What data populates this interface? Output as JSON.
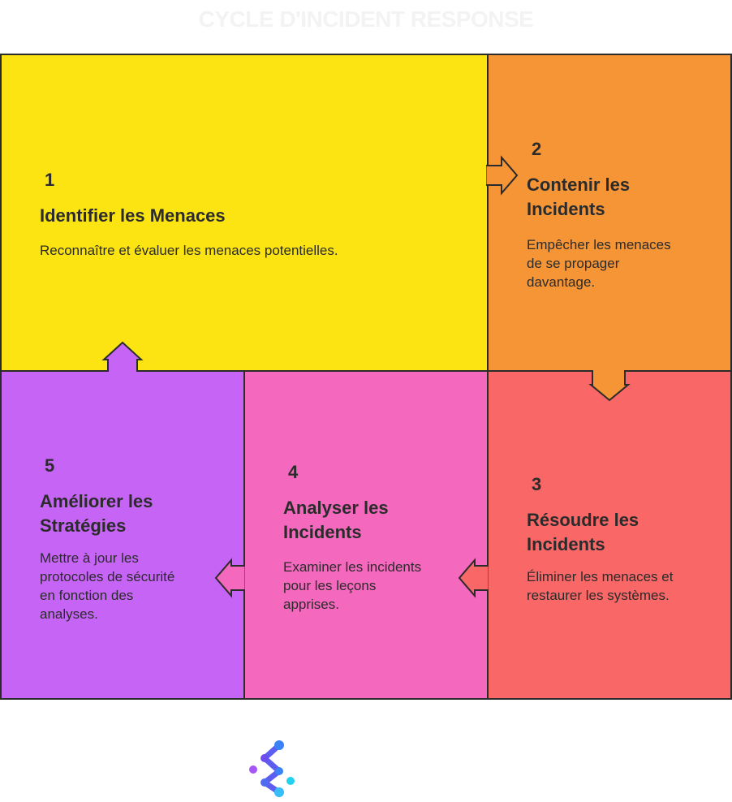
{
  "title": "CYCLE D'INCIDENT RESPONSE",
  "steps": [
    {
      "number": "1",
      "heading": "Identifier les Menaces",
      "description": "Reconnaître et évaluer les menaces potentielles.",
      "color": "#fbe411"
    },
    {
      "number": "2",
      "heading_lines": [
        "Contenir les",
        "Incidents"
      ],
      "description_lines": [
        "Empêcher les menaces",
        "de se propager",
        "davantage."
      ],
      "color": "#f59536"
    },
    {
      "number": "3",
      "heading_lines": [
        "Résoudre les",
        "Incidents"
      ],
      "description_lines": [
        "Éliminer les menaces et",
        "restaurer les systèmes."
      ],
      "color": "#f96767"
    },
    {
      "number": "4",
      "heading_lines": [
        "Analyser les",
        "Incidents"
      ],
      "description_lines": [
        "Examiner les incidents",
        "pour les leçons",
        "apprises."
      ],
      "color": "#f468bd"
    },
    {
      "number": "5",
      "heading_lines": [
        "Améliorer les",
        "Stratégies"
      ],
      "description_lines": [
        "Mettre à jour les",
        "protocoles de sécurité",
        "en fonction des",
        "analyses."
      ],
      "color": "#c664f6"
    }
  ],
  "border_color": "#2b2b2b",
  "logo_icon": "network-nodes-logo"
}
